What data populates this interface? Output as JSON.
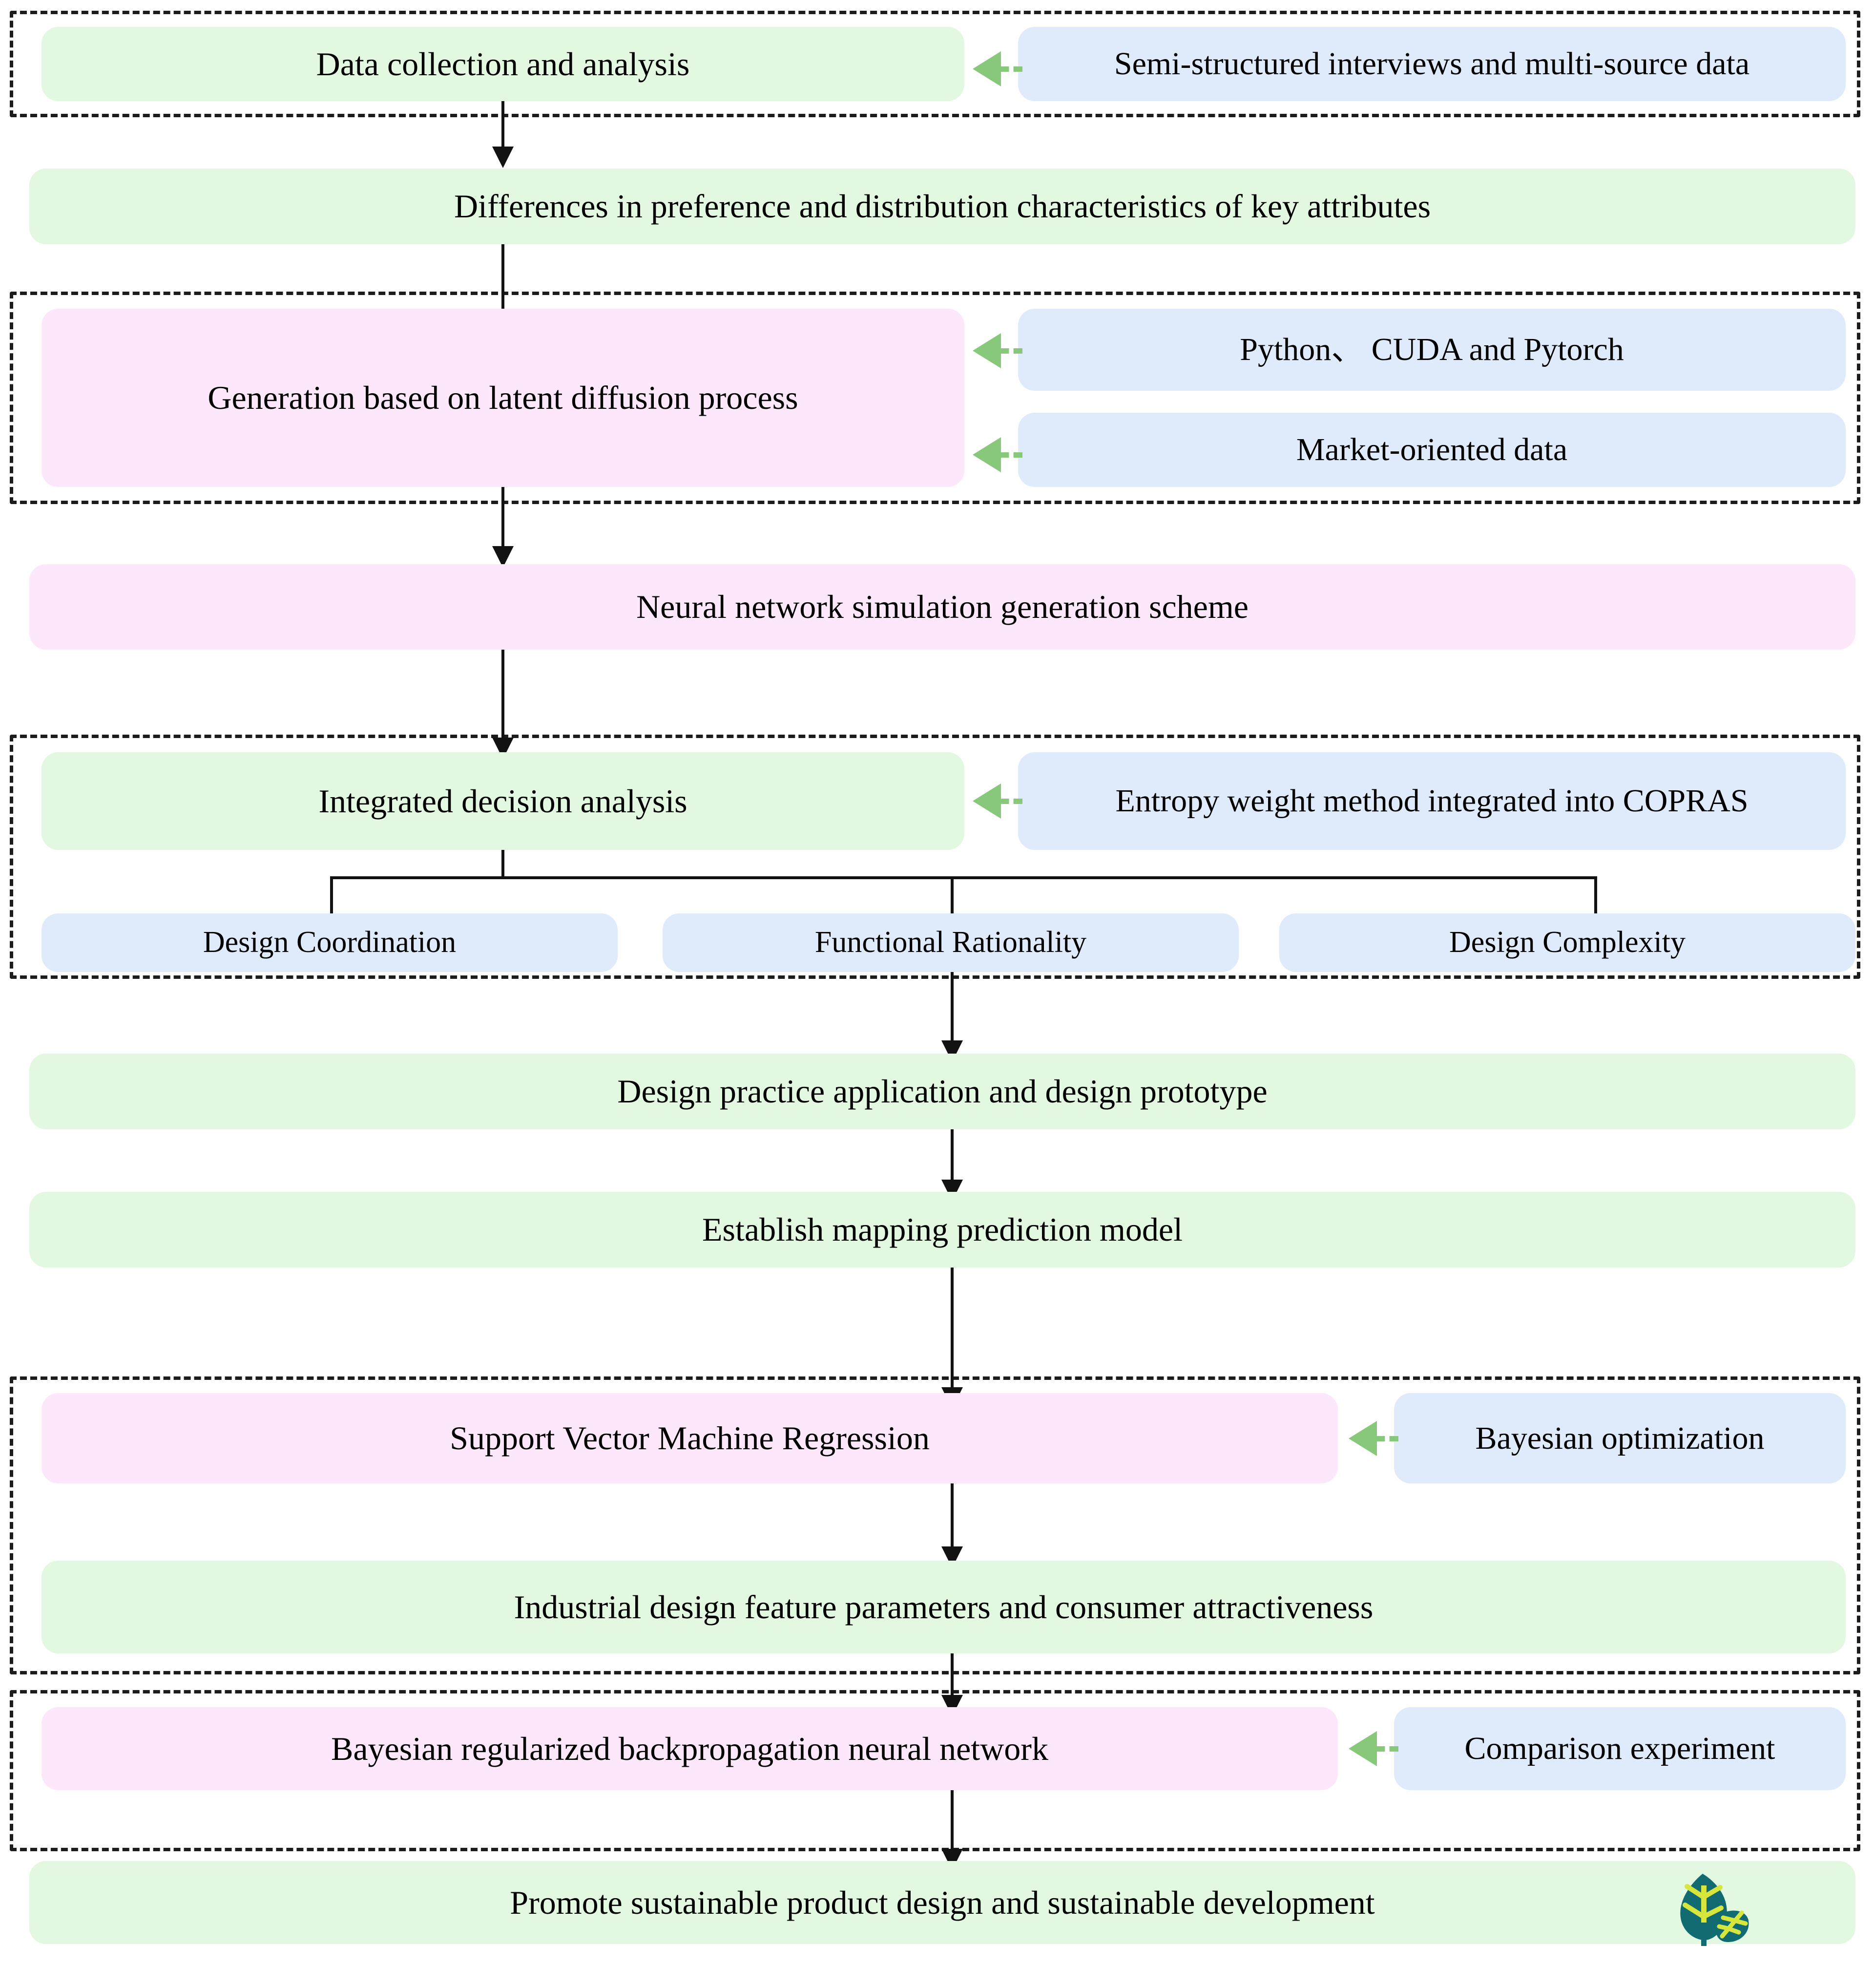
{
  "diagram": {
    "title": "Sustainable product design research framework flowchart",
    "colors": {
      "green_box": "#e3f8e0",
      "blue_box": "#dfeafb",
      "pink_box": "#fce7fb",
      "connector": "#121212",
      "side_arrow": "#87c87a",
      "leaf_body": "#136b72",
      "leaf_vein": "#d7e63c",
      "group_border": "#1c1c1c"
    },
    "nodes": {
      "data_collection": "Data collection and analysis",
      "semi_structured": "Semi-structured interviews and multi-source data",
      "differences": "Differences in preference and distribution characteristics of key attributes",
      "generation_latent": "Generation based on latent diffusion process",
      "python_cuda": "Python、 CUDA and Pytorch",
      "market_oriented": "Market-oriented data",
      "neural_sim": "Neural network simulation generation scheme",
      "integrated_decision": "Integrated decision analysis",
      "entropy_copras": "Entropy weight method integrated into COPRAS",
      "design_coordination": "Design Coordination",
      "functional_rationality": "Functional Rationality",
      "design_complexity": "Design Complexity",
      "design_practice": "Design practice application and design prototype",
      "mapping_model": "Establish mapping prediction model",
      "svm_regression": "Support Vector Machine Regression",
      "bayesian_optimization": "Bayesian optimization",
      "industrial_design": "Industrial design feature parameters and consumer attractiveness",
      "bayesian_bpnn": "Bayesian regularized backpropagation neural network",
      "comparison_experiment": "Comparison experiment",
      "promote_sustainable": "Promote sustainable product design and sustainable development"
    },
    "icons": {
      "leaf": "leaf-icon"
    }
  }
}
